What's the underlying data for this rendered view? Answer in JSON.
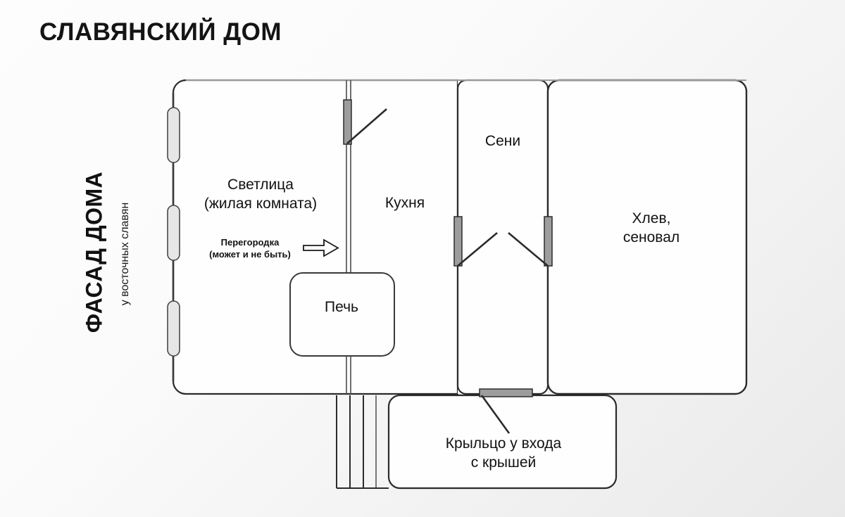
{
  "page": {
    "title": "СЛАВЯНСКИЙ ДОМ",
    "background_color": "#f4f4f4",
    "line_color": "#262626",
    "fill_color": "#ffffff",
    "door_leaf_color": "#9d9d9d",
    "window_fill_color": "#e4e4e4"
  },
  "facade_caption": {
    "main": "ФАСАД ДОМА",
    "sub": "у восточных славян"
  },
  "rooms": [
    {
      "id": "svetlitsa",
      "label": "Светлица\n(жилая комната)",
      "line1": "Светлица",
      "line2": "(жилая комната)"
    },
    {
      "id": "kuhnya",
      "label": "Кухня",
      "line1": "Кухня",
      "line2": ""
    },
    {
      "id": "seni",
      "label": "Сени",
      "line1": "Сени",
      "line2": ""
    },
    {
      "id": "hlev",
      "label": "Хлев,\nсеновал",
      "line1": "Хлев,",
      "line2": "сеновал"
    },
    {
      "id": "pech",
      "label": "Печь",
      "line1": "Печь",
      "line2": ""
    },
    {
      "id": "krylco",
      "label": "Крыльцо у входа\nс крышей",
      "line1": "Крыльцо у входа",
      "line2": "с крышей"
    }
  ],
  "annotations": [
    {
      "id": "peregorodka",
      "line1": "Перегородка",
      "line2": "(может и не быть)",
      "pointer": "arrow-right-icon"
    }
  ],
  "features": {
    "windows_count": 3,
    "windows_wall": "left-facade-wall",
    "doors": [
      {
        "id": "door-svetlitsa-kuhnya",
        "icon": "door-swing-icon",
        "on": "partition-wall"
      },
      {
        "id": "door-kuhnya-seni",
        "icon": "door-swing-icon",
        "on": "kuhnya-seni-wall"
      },
      {
        "id": "door-seni-hlev",
        "icon": "door-swing-icon",
        "on": "seni-hlev-wall"
      },
      {
        "id": "door-entrance",
        "icon": "door-swing-icon",
        "on": "seni-bottom-wall"
      }
    ],
    "steps_count": 4
  }
}
